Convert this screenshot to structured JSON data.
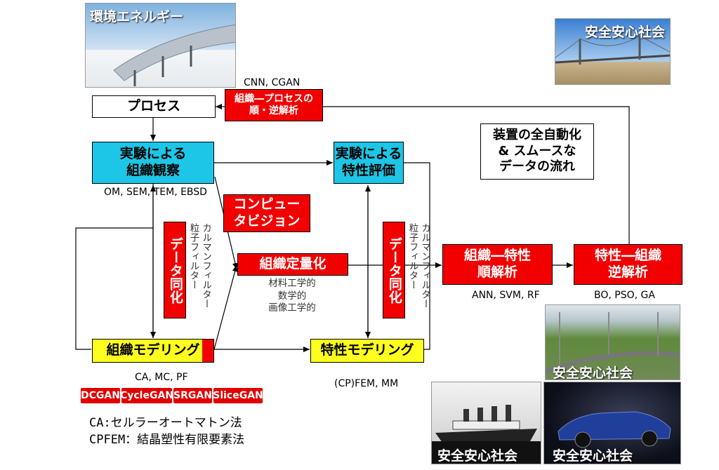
{
  "photos": {
    "pipeline": "環境エネルギー",
    "bridge": "安全安心社会",
    "train": "安全安心社会",
    "ship": "安全安心社会",
    "car": "安全安心社会"
  },
  "labels": {
    "cnn_cgan": "CNN, CGAN",
    "om": "OM, SEM, TEM, EBSD",
    "ca_mc_pf": "CA, MC, PF",
    "cpfem_mm": "(CP)FEM, MM",
    "ann": "ANN, SVM, RF",
    "bo": "BO, PSO, GA"
  },
  "boxes": {
    "process": "プロセス",
    "inverse_process": "組織―プロセスの\n順・逆解析",
    "exp_structure": "実験による\n組織観察",
    "exp_property": "実験による\n特性評価",
    "computer_vision": "コンピュー\nタビジョン",
    "quantify": "組織定量化",
    "forward": "組織―特性\n順解析",
    "inverse": "特性―組織\n逆解析",
    "model_structure": "組織モデリング",
    "model_property": "特性モデリング",
    "automation": "装置の全自動化\n& スムースな\nデータの流れ",
    "assim1": "データ同化",
    "assim2": "データ同化"
  },
  "notes": {
    "filter1": "カルマンフィルター\n粒子フィルター",
    "filter2": "カルマンフィルター\n粒子フィルター",
    "quant_methods": "材料工学的\n数学的\n画像工学的"
  },
  "gans": [
    "DCGAN",
    "CycleGAN",
    "SRGAN",
    "SliceGAN"
  ],
  "legend": {
    "ca": "CA:セルラーオートマトン法",
    "cpfem": "CPFEM：結晶塑性有限要素法"
  }
}
